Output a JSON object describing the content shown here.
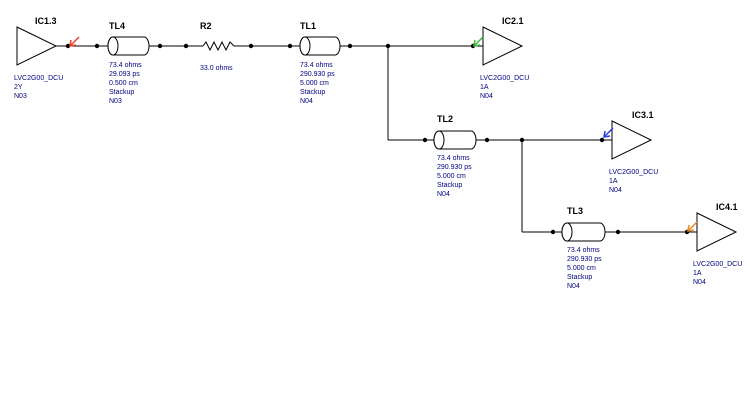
{
  "schematic": {
    "drivers": [
      {
        "ref": "IC1.3",
        "model": "LVC2G00_DCU",
        "pin": "2Y",
        "net": "N03"
      }
    ],
    "receivers": [
      {
        "ref": "IC2.1",
        "model": "LVC2G00_DCU",
        "pin": "1A",
        "net": "N04"
      },
      {
        "ref": "IC3.1",
        "model": "LVC2G00_DCU",
        "pin": "1A",
        "net": "N04"
      },
      {
        "ref": "IC4.1",
        "model": "LVC2G00_DCU",
        "pin": "1A",
        "net": "N04"
      }
    ],
    "resistor": {
      "ref": "R2",
      "value": "33.0 ohms"
    },
    "lines": [
      {
        "ref": "TL4",
        "impedance": "73.4 ohms",
        "delay": "29.093 ps",
        "length": "0.500 cm",
        "model": "Stackup",
        "net": "N03"
      },
      {
        "ref": "TL1",
        "impedance": "73.4 ohms",
        "delay": "290.930 ps",
        "length": "5.000 cm",
        "model": "Stackup",
        "net": "N04"
      },
      {
        "ref": "TL2",
        "impedance": "73.4 ohms",
        "delay": "290.930 ps",
        "length": "5.000 cm",
        "model": "Stackup",
        "net": "N04"
      },
      {
        "ref": "TL3",
        "impedance": "73.4 ohms",
        "delay": "290.930 ps",
        "length": "5.000 cm",
        "model": "Stackup",
        "net": "N04"
      }
    ],
    "probe_colors": {
      "IC1.3": "#e8402a",
      "IC2.1": "#3cb83c",
      "IC3.1": "#2a3ce0",
      "IC4.1": "#e88a2a"
    }
  }
}
